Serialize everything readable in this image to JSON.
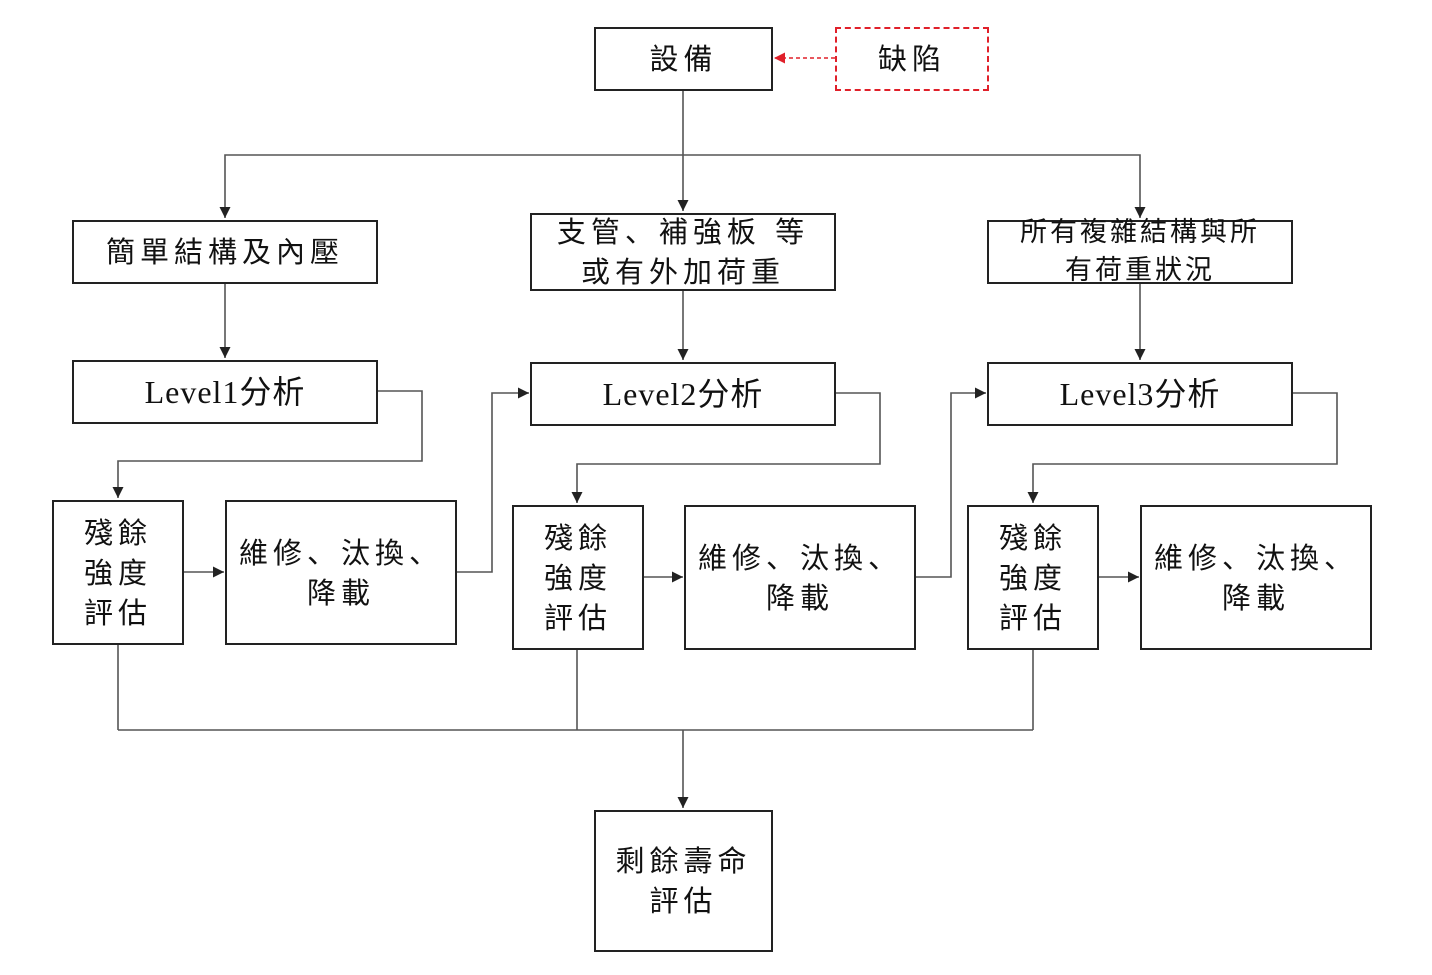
{
  "nodes": {
    "equipment": "設備",
    "defect": "缺陷",
    "branch1": "簡單結構及內壓",
    "branch2_line1": "支管、補強板 等",
    "branch2_line2": "或有外加荷重",
    "branch3_line1": "所有複雜結構與所",
    "branch3_line2": "有荷重狀況",
    "level1": "Level1分析",
    "level2": "Level2分析",
    "level3": "Level3分析",
    "assess_line1": "殘餘",
    "assess_line2": "強度",
    "assess_line3": "評估",
    "repair_line1": "維修、汰換、",
    "repair_line2": "降載",
    "life_line1": "剩餘壽命",
    "life_line2": "評估"
  },
  "colors": {
    "line": "#222222",
    "dashed_red": "#e0202a"
  }
}
